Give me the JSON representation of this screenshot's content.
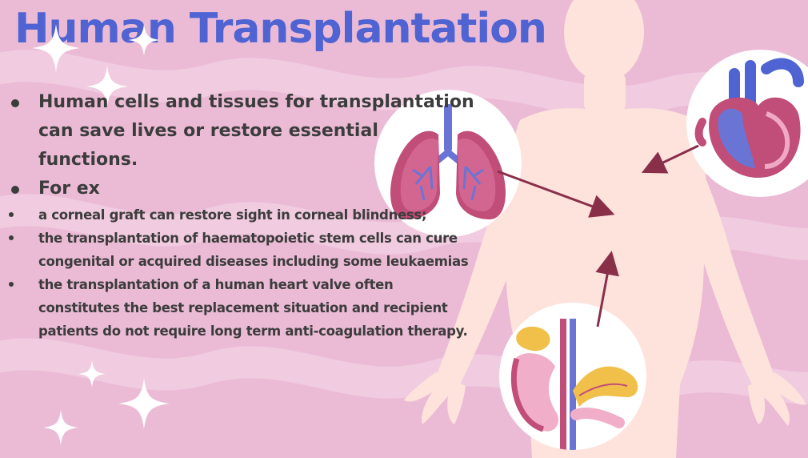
{
  "slide": {
    "title": "Human Transplantation",
    "bullets": [
      {
        "level": 1,
        "text": "Human cells and tissues for transplantation can save lives or restore essential functions."
      },
      {
        "level": 1,
        "text": "For ex"
      },
      {
        "level": 2,
        "text": "a corneal graft can restore sight in corneal blindness;"
      },
      {
        "level": 2,
        "text": "the transplantation of haematopoietic stem cells can cure congenital or acquired diseases including some leukaemias"
      },
      {
        "level": 2,
        "text": "the transplantation of a human heart valve often constitutes the best replacement situation and recipient patients do not require long term anti-coagulation therapy."
      }
    ]
  },
  "colors": {
    "background": "#ebbbd6",
    "wave": "#f2cfe2",
    "title": "#4f63d2",
    "text": "#3c3c3c",
    "body_silhouette": "#fde3dc",
    "arrow": "#8a2f4a",
    "sparkle": "#ffffff"
  },
  "icons": [
    "sparkle-icon",
    "lungs-icon",
    "heart-icon",
    "kidney-pancreas-icon",
    "arrow-icon"
  ]
}
